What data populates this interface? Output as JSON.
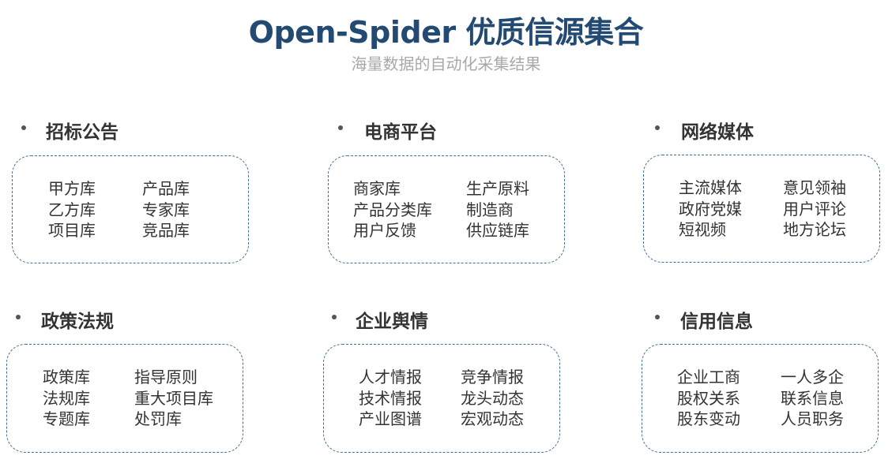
{
  "header": {
    "title": "Open-Spider 优质信源集合",
    "subtitle": "海量数据的自动化采集结果"
  },
  "sections": [
    {
      "title": "招标公告",
      "col1": [
        "甲方库",
        "乙方库",
        "项目库"
      ],
      "col2": [
        "产品库",
        "专家库",
        "竞品库"
      ]
    },
    {
      "title": "电商平台",
      "col1": [
        "商家库",
        "产品分类库",
        "用户反馈"
      ],
      "col2": [
        "生产原料",
        "制造商",
        "供应链库"
      ]
    },
    {
      "title": "网络媒体",
      "col1": [
        "主流媒体",
        "政府党媒",
        "短视频"
      ],
      "col2": [
        "意见领袖",
        "用户评论",
        "地方论坛"
      ]
    },
    {
      "title": "政策法规",
      "col1": [
        "政策库",
        "法规库",
        "专题库"
      ],
      "col2": [
        "指导原则",
        "重大项目库",
        "处罚库"
      ]
    },
    {
      "title": "企业舆情",
      "col1": [
        "人才情报",
        "技术情报",
        "产业图谱"
      ],
      "col2": [
        "竞争情报",
        "龙头动态",
        "宏观动态"
      ]
    },
    {
      "title": "信用信息",
      "col1": [
        "企业工商",
        "股权关系",
        "股东变动"
      ],
      "col2": [
        "一人多企",
        "联系信息",
        "人员职务"
      ]
    }
  ]
}
